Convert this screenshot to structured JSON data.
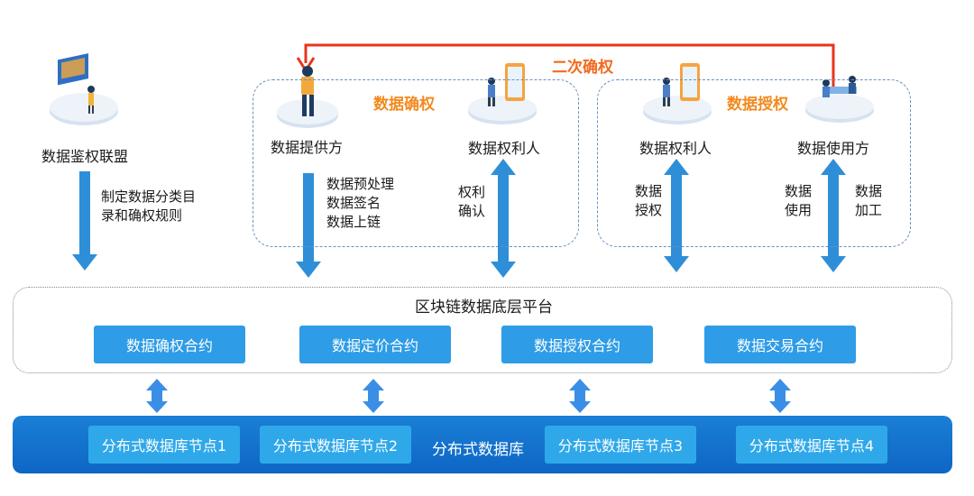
{
  "top_loop_label": "二次确权",
  "alliance": {
    "label": "数据鉴权联盟",
    "arrow_label_line1": "制定数据分类目",
    "arrow_label_line2": "录和确权规则"
  },
  "confirm_group": {
    "title": "数据确权",
    "provider_label": "数据提供方",
    "rightholder_label": "数据权利人",
    "provider_steps": [
      "数据预处理",
      "数据签名",
      "数据上链"
    ],
    "rightholder_arrow_label": [
      "权利",
      "确认"
    ]
  },
  "auth_group": {
    "title": "数据授权",
    "rightholder_label": "数据权利人",
    "user_label": "数据使用方",
    "rightholder_arrow_label": [
      "数据",
      "授权"
    ],
    "user_use_label": [
      "数据",
      "使用"
    ],
    "user_process_label": [
      "数据",
      "加工"
    ]
  },
  "platform": {
    "title": "区块链数据底层平台",
    "contracts": [
      "数据确权合约",
      "数据定价合约",
      "数据授权合约",
      "数据交易合约"
    ]
  },
  "database": {
    "title": "分布式数据库",
    "nodes": [
      "分布式数据库节点1",
      "分布式数据库节点2",
      "分布式数据库节点3",
      "分布式数据库节点4"
    ]
  },
  "colors": {
    "loop_line": "#e8341c",
    "group_title": "#f28a1e",
    "arrow_blue": "#2e8fd8",
    "contract_blue": "#2e9ce6",
    "db_blue": "#0e66c4",
    "node_blue": "#2fa8ea"
  }
}
